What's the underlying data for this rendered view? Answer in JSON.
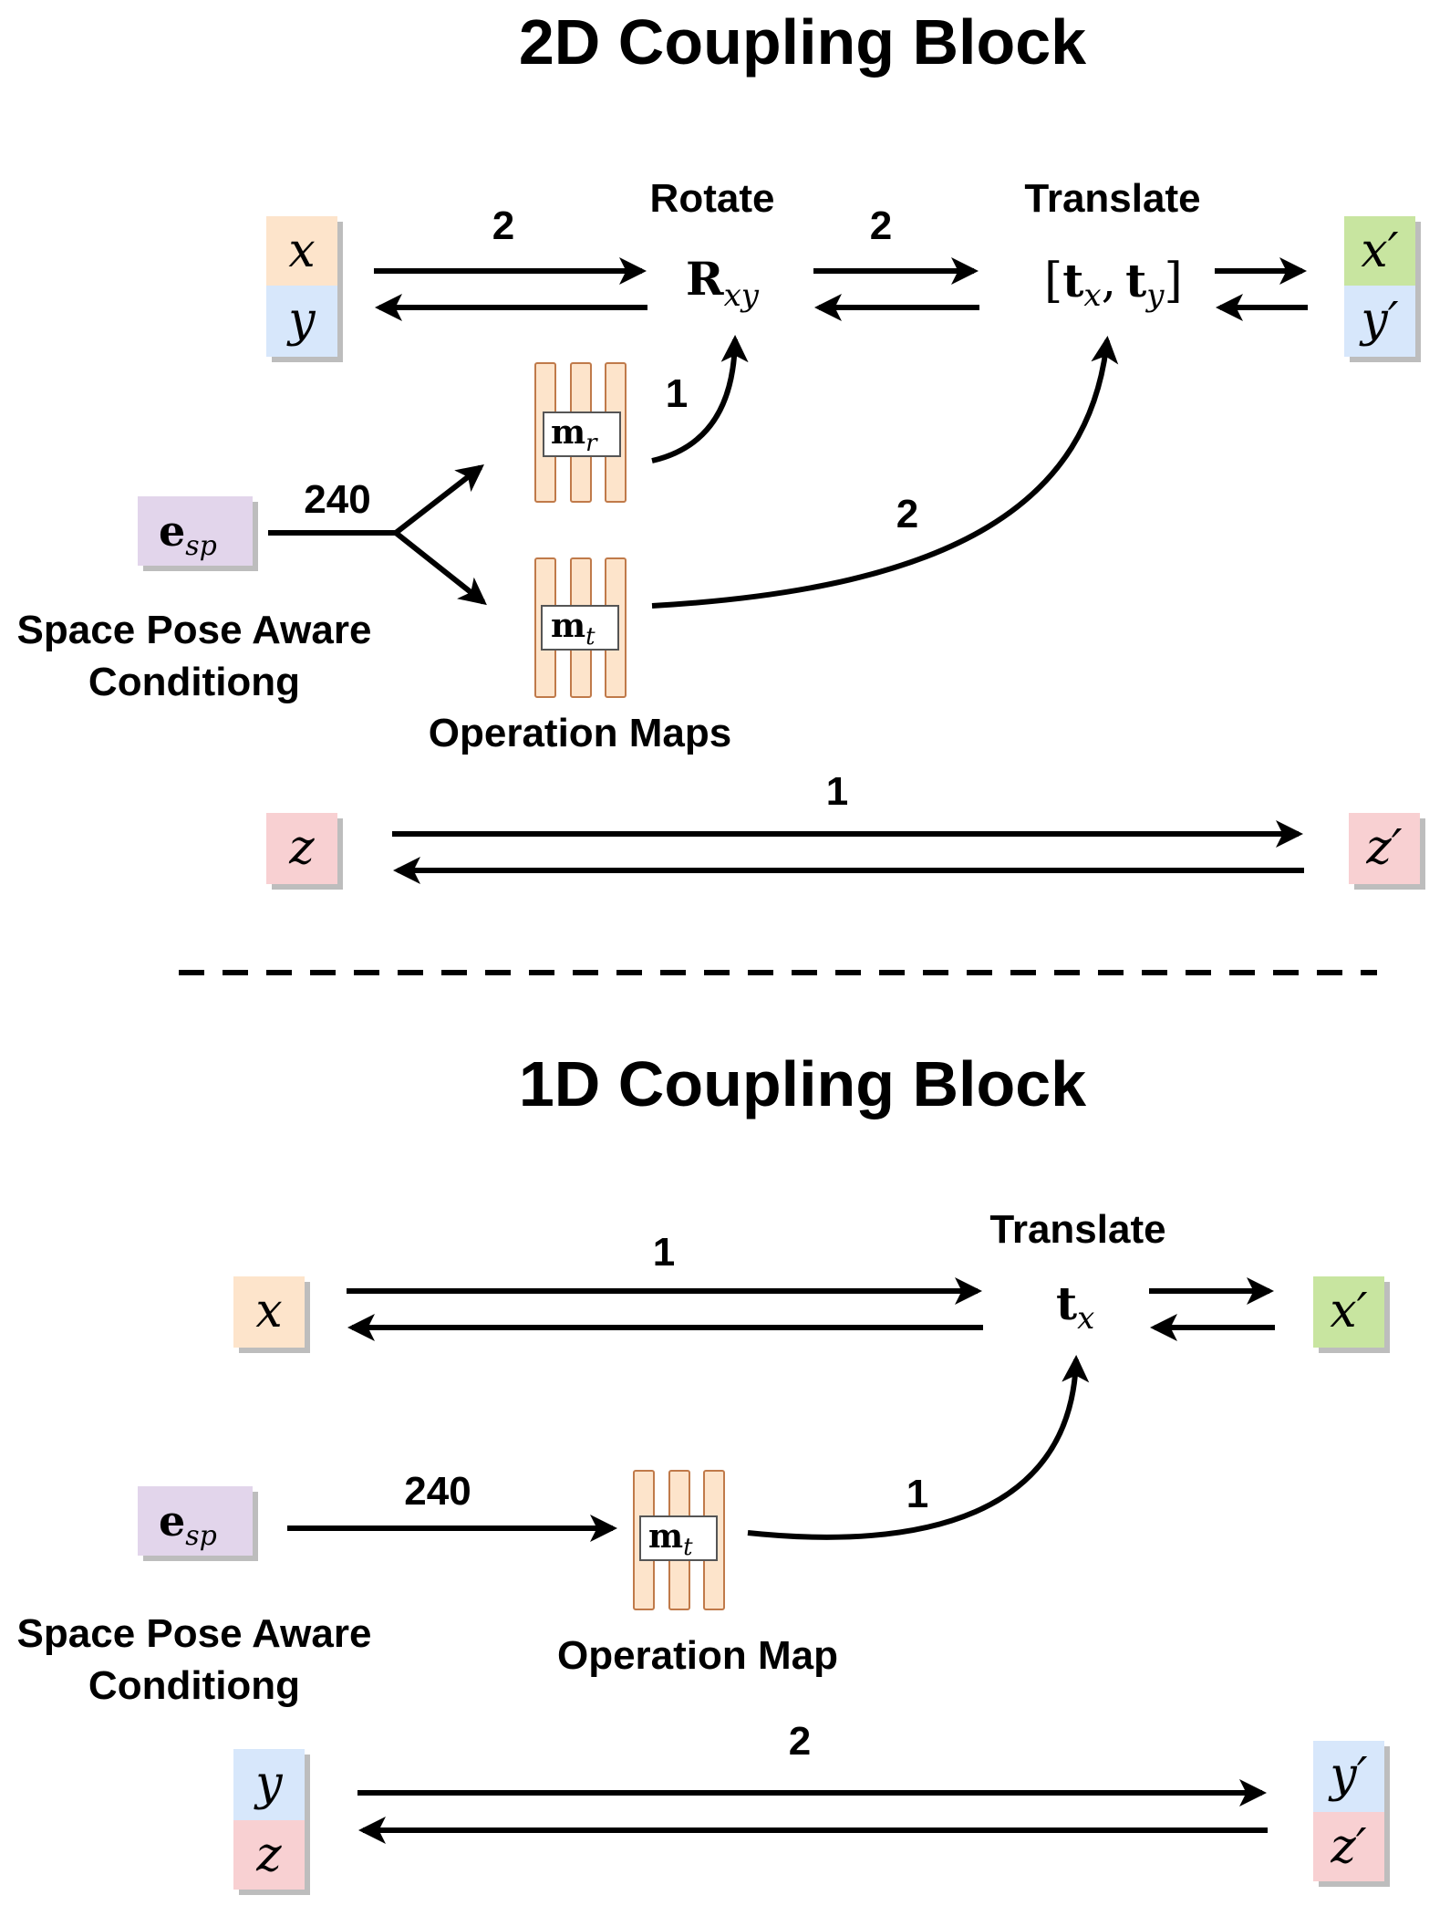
{
  "colors": {
    "x": "#fde4cb",
    "y": "#d7e7fb",
    "z": "#f8d0d2",
    "prime": "#c8e5a0",
    "cond": "#e2d5eb",
    "op": "#fde4cb",
    "op_border": "#c07a4a",
    "shadow": "#bdbdbd"
  },
  "top": {
    "title": "2D Coupling Block",
    "rotate_label": "Rotate",
    "translate_label": "Translate",
    "rotate_sym": {
      "main": "R",
      "sub": "xy"
    },
    "translate_sym": {
      "open": "[",
      "t1": "t",
      "s1": "x",
      "comma": ",",
      "t2": "t",
      "s2": "y",
      "close": "]"
    },
    "inputs": {
      "x": "x",
      "y": "y",
      "z": "z"
    },
    "outputs": {
      "x": "x′",
      "y": "y′",
      "z": "z′"
    },
    "cond": {
      "main": "e",
      "sub": "sp"
    },
    "cond_label_1": "Space Pose Aware",
    "cond_label_2": "Conditiong",
    "map_r": {
      "main": "m",
      "sub": "r"
    },
    "map_t": {
      "main": "m",
      "sub": "t"
    },
    "maps_label": "Operation Maps",
    "n_xy_rot": "2",
    "n_rot_trans": "2",
    "n_cond": "240",
    "n_mr": "1",
    "n_mt": "2",
    "n_z": "1"
  },
  "bottom": {
    "title": "1D Coupling Block",
    "translate_label": "Translate",
    "translate_sym": {
      "main": "t",
      "sub": "x"
    },
    "inputs": {
      "x": "x",
      "y": "y",
      "z": "z"
    },
    "outputs": {
      "x": "x′",
      "y": "y′",
      "z": "z′"
    },
    "cond": {
      "main": "e",
      "sub": "sp"
    },
    "cond_label_1": "Space Pose Aware",
    "cond_label_2": "Conditiong",
    "map_t": {
      "main": "m",
      "sub": "t"
    },
    "map_label": "Operation Map",
    "n_x": "1",
    "n_cond": "240",
    "n_mt": "1",
    "n_yz": "2"
  }
}
